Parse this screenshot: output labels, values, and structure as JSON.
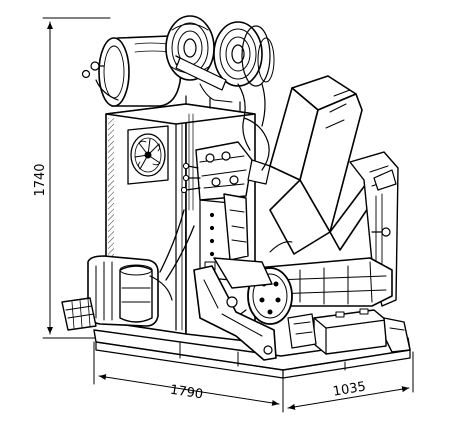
{
  "dimensions": {
    "height_label": "1740",
    "length_label": "1790",
    "depth_label": "1035"
  }
}
